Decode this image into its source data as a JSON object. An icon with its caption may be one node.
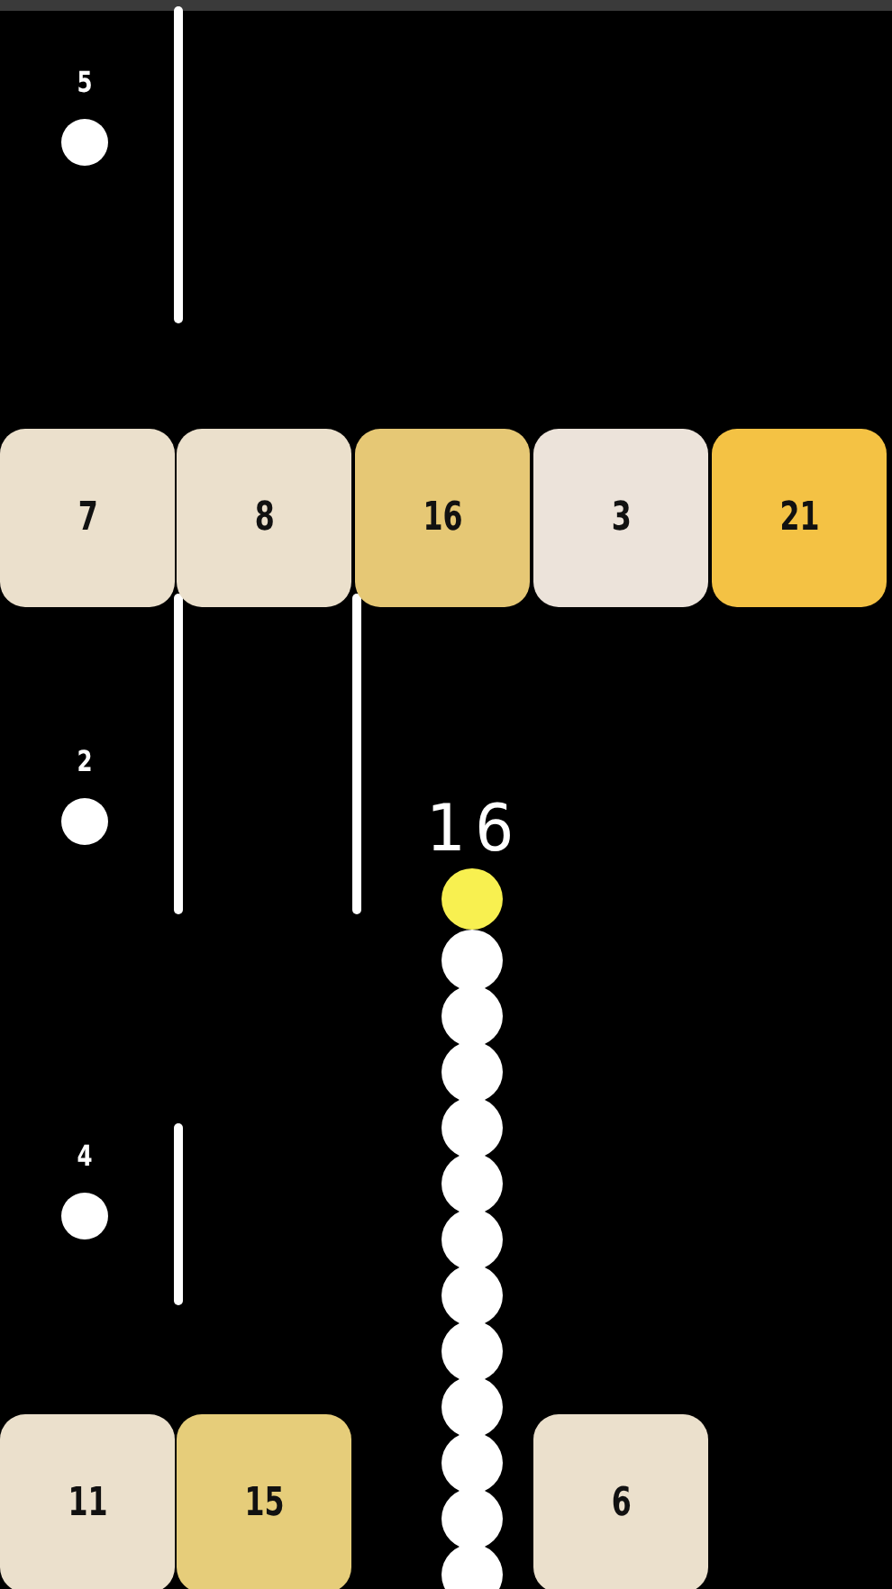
{
  "diagram": {
    "nodes": [
      {
        "text": [],
        "shape": "circle",
        "beside": [
          "5"
        ]
      },
      {
        "text": [
          "7"
        ]
      },
      {
        "text": [
          "8"
        ]
      },
      {
        "text": [
          "16"
        ]
      },
      {
        "text": [
          "3"
        ]
      },
      {
        "text": [
          "21"
        ]
      },
      {
        "text": [],
        "shape": "circle",
        "beside": [
          "2"
        ]
      },
      {
        "text": [],
        "shape": "circle",
        "beside": [
          "16"
        ]
      },
      {
        "text": [],
        "shape": "circle",
        "beside": [
          "4"
        ]
      },
      {
        "text": [
          "11"
        ]
      },
      {
        "text": [
          "15"
        ]
      },
      {
        "text": [
          "6"
        ]
      }
    ]
  }
}
